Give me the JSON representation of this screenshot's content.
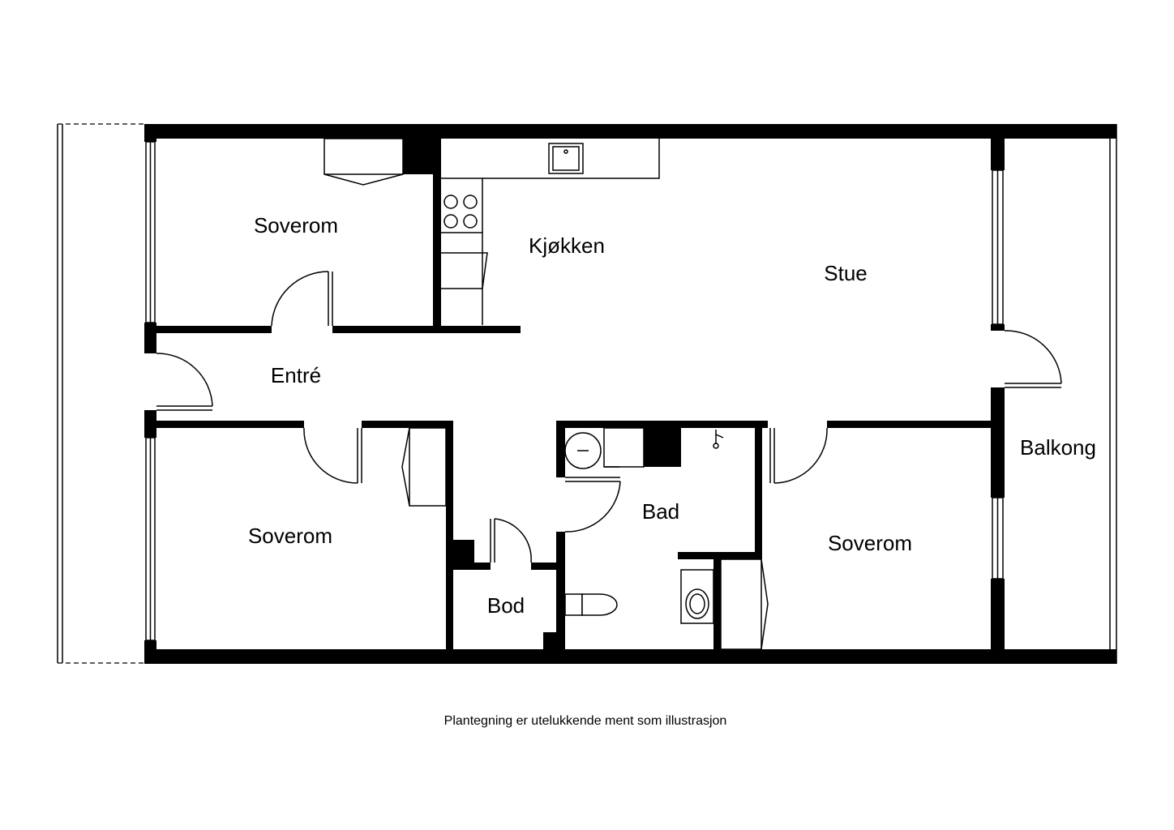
{
  "rooms": {
    "soverom_top_left": "Soverom",
    "kjokken": "Kjøkken",
    "stue": "Stue",
    "entre": "Entré",
    "soverom_bottom_left": "Soverom",
    "bad": "Bad",
    "bod": "Bod",
    "soverom_right": "Soverom",
    "balkong": "Balkong"
  },
  "caption": "Plantegning er utelukkende ment som illustrasjon"
}
